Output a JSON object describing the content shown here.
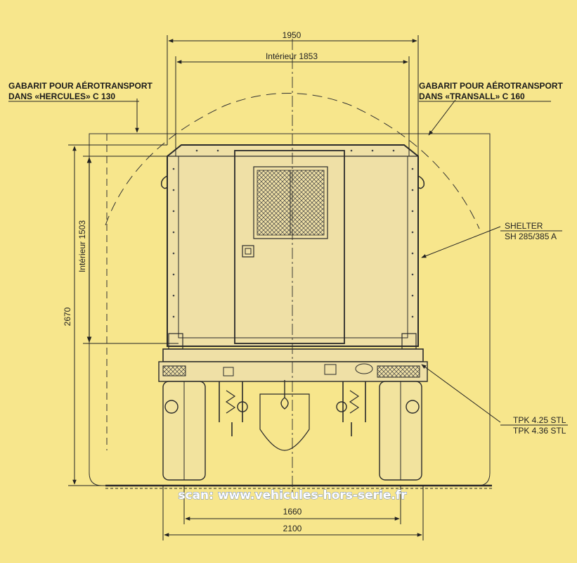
{
  "dimensions": {
    "top_width": "1950",
    "interior_width": "Intérieur 1853",
    "interior_height": "Intérieur 1503",
    "total_height": "2670",
    "track_width": "1660",
    "overall_width": "2100"
  },
  "labels": {
    "hercules_line1": "GABARIT POUR AÉROTRANSPORT",
    "hercules_line2": "DANS «HERCULES» C 130",
    "transall_line1": "GABARIT POUR AÉROTRANSPORT",
    "transall_line2": "DANS «TRANSALL» C 160",
    "shelter_line1": "SHELTER",
    "shelter_line2": "SH 285/385 A",
    "trailer_line1": "TPK 4.25 STL",
    "trailer_line2": "TPK 4.36 STL"
  },
  "watermark": "scan: www.vehicules-hors-serie.fr",
  "colors": {
    "background": "#f7e68c",
    "ink": "#2a2a2a",
    "shelter_fill": "#efe0a6"
  }
}
